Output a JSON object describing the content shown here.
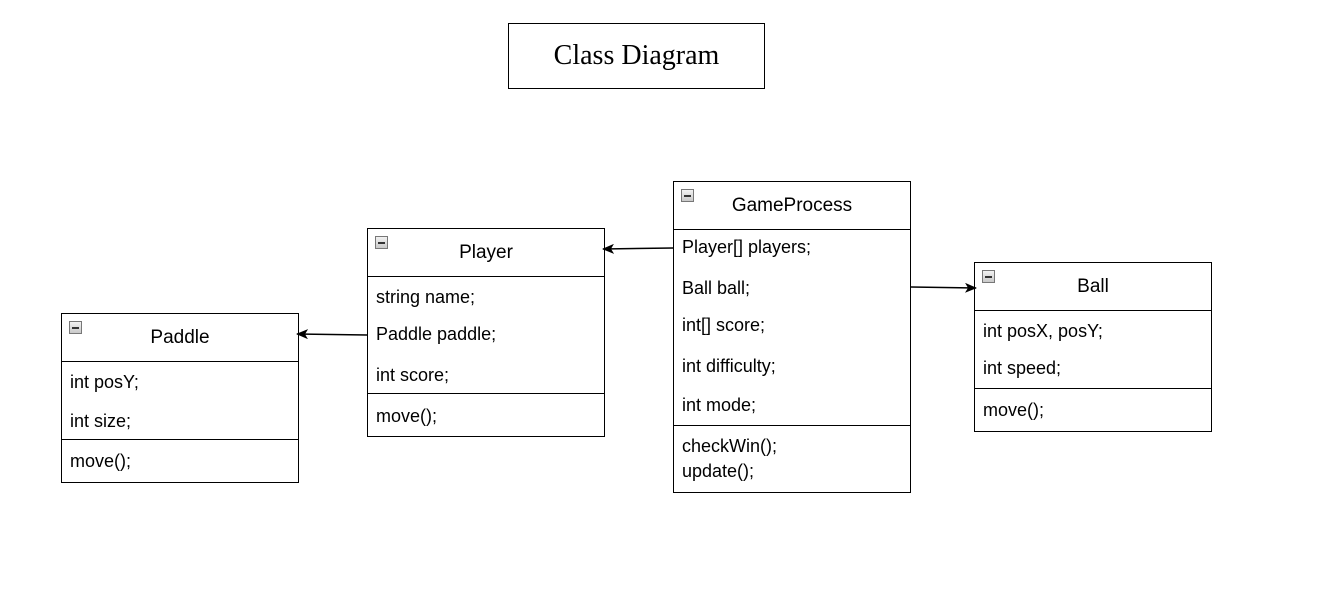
{
  "title": "Class Diagram",
  "classes": {
    "paddle": {
      "name": "Paddle",
      "attributes": [
        "int posY;",
        "int size;"
      ],
      "methods": [
        "move();"
      ]
    },
    "player": {
      "name": "Player",
      "attributes": [
        "string name;",
        "Paddle paddle;",
        "int score;"
      ],
      "methods": [
        "move();"
      ]
    },
    "gameprocess": {
      "name": "GameProcess",
      "attributes": [
        "Player[] players;",
        "Ball ball;",
        "int[] score;",
        "int difficulty;",
        "int mode;"
      ],
      "methods": [
        "checkWin();",
        "update();"
      ]
    },
    "ball": {
      "name": "Ball",
      "attributes": [
        "int posX, posY;",
        "int speed;"
      ],
      "methods": [
        "move();"
      ]
    }
  }
}
